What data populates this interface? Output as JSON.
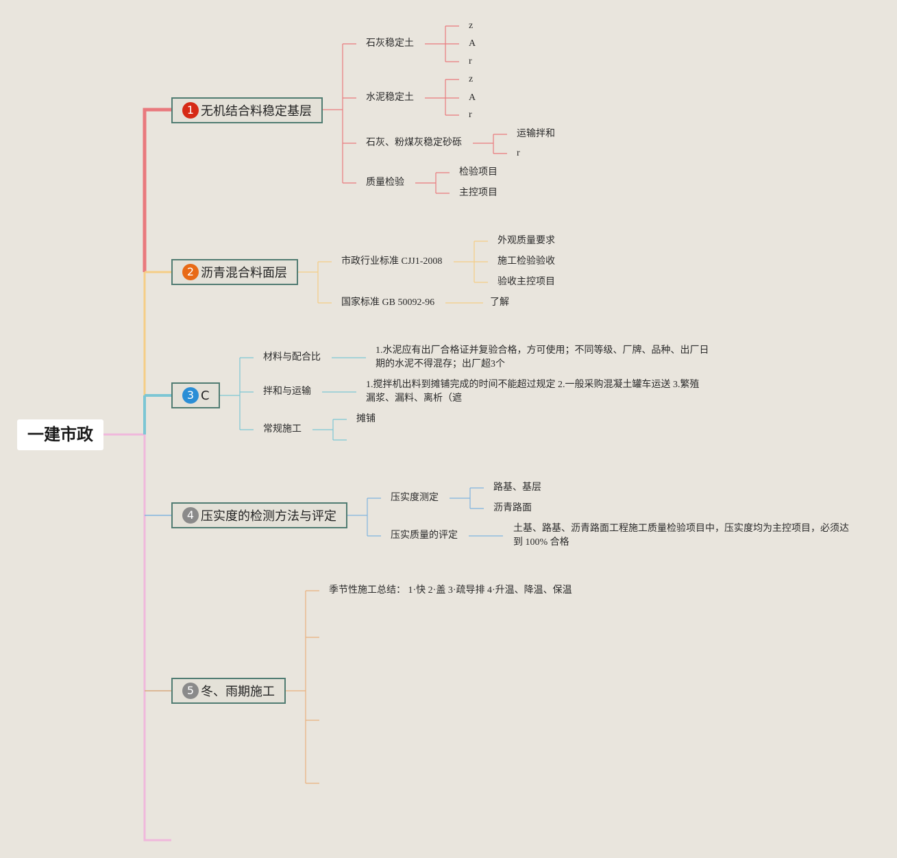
{
  "root": {
    "label": "一建市政"
  },
  "branches": [
    {
      "badge": "1",
      "badge_color": "#d62a16",
      "label": "无机结合料稳定基层",
      "line_color": "#e9797d",
      "children": [
        {
          "label": "石灰稳定土",
          "children": [
            "z",
            "A",
            "r"
          ]
        },
        {
          "label": "水泥稳定土",
          "children": [
            "z",
            "A",
            "r"
          ]
        },
        {
          "label": "石灰、粉煤灰稳定砂砾",
          "children": [
            "运输拌和",
            "r"
          ]
        },
        {
          "label": "质量检验",
          "children": [
            "检验项目",
            "主控项目"
          ]
        }
      ]
    },
    {
      "badge": "2",
      "badge_color": "#e86a16",
      "label": "沥青混合料面层",
      "line_color": "#f5cd85",
      "children": [
        {
          "label": "市政行业标准 CJJ1-2008",
          "children": [
            "外观质量要求",
            "施工检验验收",
            "验收主控项目"
          ]
        },
        {
          "label": "国家标准 GB 50092-96",
          "children": [
            "了解"
          ]
        }
      ]
    },
    {
      "badge": "3",
      "badge_color": "#2a8ed6",
      "label": "C",
      "line_color": "#7cc6d4",
      "children": [
        {
          "label": "材料与配合比",
          "children": [
            "1.水泥应有出厂合格证并复验合格，方可使用；不同等级、厂牌、品种、出厂日期的水泥不得混存；出厂超3个"
          ]
        },
        {
          "label": "拌和与运输",
          "children": [
            "1.搅拌机出料到摊铺完成的时间不能超过规定 2.一般采购混凝土罐车运送 3.繁殖漏浆、漏料、离析（遮"
          ]
        },
        {
          "label": "常规施工",
          "children": [
            "摊铺",
            ""
          ]
        }
      ]
    },
    {
      "badge": "4",
      "badge_color": "#8a8a8a",
      "label": "压实度的检测方法与评定",
      "line_color": "#7fb3df",
      "children": [
        {
          "label": "压实度测定",
          "children": [
            "路基、基层",
            "沥青路面"
          ]
        },
        {
          "label": "压实质量的评定",
          "children": [
            "土基、路基、沥青路面工程施工质量检验项目中，压实度均为主控项目，必须达到 100% 合格"
          ]
        }
      ]
    },
    {
      "badge": "5",
      "badge_color": "#8a8a8a",
      "label": "冬、雨期施工",
      "line_color": "#e9b07d",
      "children": [
        {
          "label": "季节性施工总结： 1·快 2·盖 3·疏导排 4·升温、降温、保温",
          "children": []
        },
        {
          "label": "",
          "children": []
        },
        {
          "label": "",
          "children": []
        },
        {
          "label": "",
          "children": []
        }
      ]
    }
  ],
  "colors": {
    "background": "#e9e5dd",
    "main_border": "#4f7b71",
    "root_line": "#f0b8dc"
  }
}
